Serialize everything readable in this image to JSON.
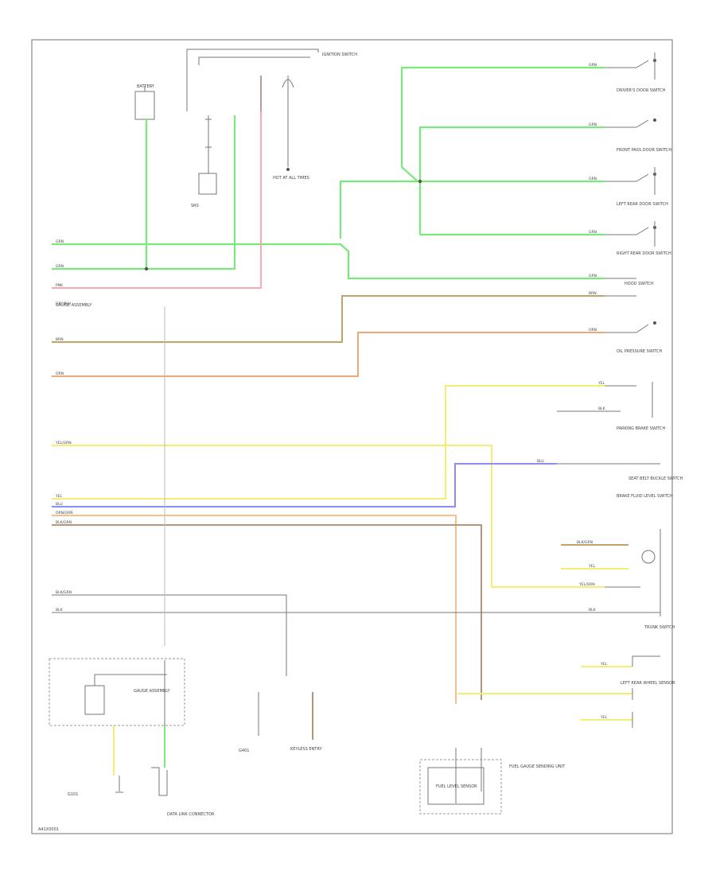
{
  "diagram": {
    "footer_code": "A41X0001",
    "colors": {
      "green": "#7be87b",
      "pink": "#f7a8b0",
      "tan": "#c4a26a",
      "orange": "#f3a777",
      "yellow": "#f4ef72",
      "blue": "#8c8cf5",
      "peach": "#f5c08e",
      "brown": "#b6967a"
    },
    "left_wire_labels": [
      "GRN",
      "GRN",
      "PNK",
      "GRY/BLU",
      "BRN",
      "ORN",
      "YEL/GRN",
      "YEL",
      "BLU",
      "ORN/GRN",
      "BLK/GRN",
      "BLK/GRN",
      "BLK"
    ],
    "right_wire_labels": [
      "GRN",
      "GRN",
      "GRN",
      "GRN",
      "GRN",
      "BRN",
      "ORN",
      "YEL",
      "BLK",
      "BLU",
      "BLK/GRN",
      "YEL",
      "YEL/GRN",
      "BLK",
      "YEL",
      "YEL"
    ],
    "right_components": [
      "DRIVER'S DOOR SWITCH",
      "FRONT PASS DOOR SWITCH",
      "LEFT REAR DOOR SWITCH",
      "RIGHT REAR DOOR SWITCH",
      "HOOD SWITCH",
      "OIL PRESSURE SWITCH",
      "PARKING BRAKE SWITCH",
      "SEAT BELT BUCKLE SWITCH",
      "BRAKE FLUID LEVEL SWITCH",
      "TRUNK SWITCH",
      "LEFT REAR WHEEL SENSOR"
    ],
    "top_components": [
      "BATTERY",
      "SRS",
      "IGNITION SWITCH",
      "HOT AT ALL TIMES",
      "GAUGE ASSEMBLY"
    ],
    "bottom_components": [
      "GAUGE ASSEMBLY",
      "KEYLESS ENTRY",
      "FUEL LEVEL SENSOR",
      "FUEL GAUGE SENDING UNIT",
      "G101",
      "G401",
      "DATA LINK CONNECTOR"
    ]
  }
}
